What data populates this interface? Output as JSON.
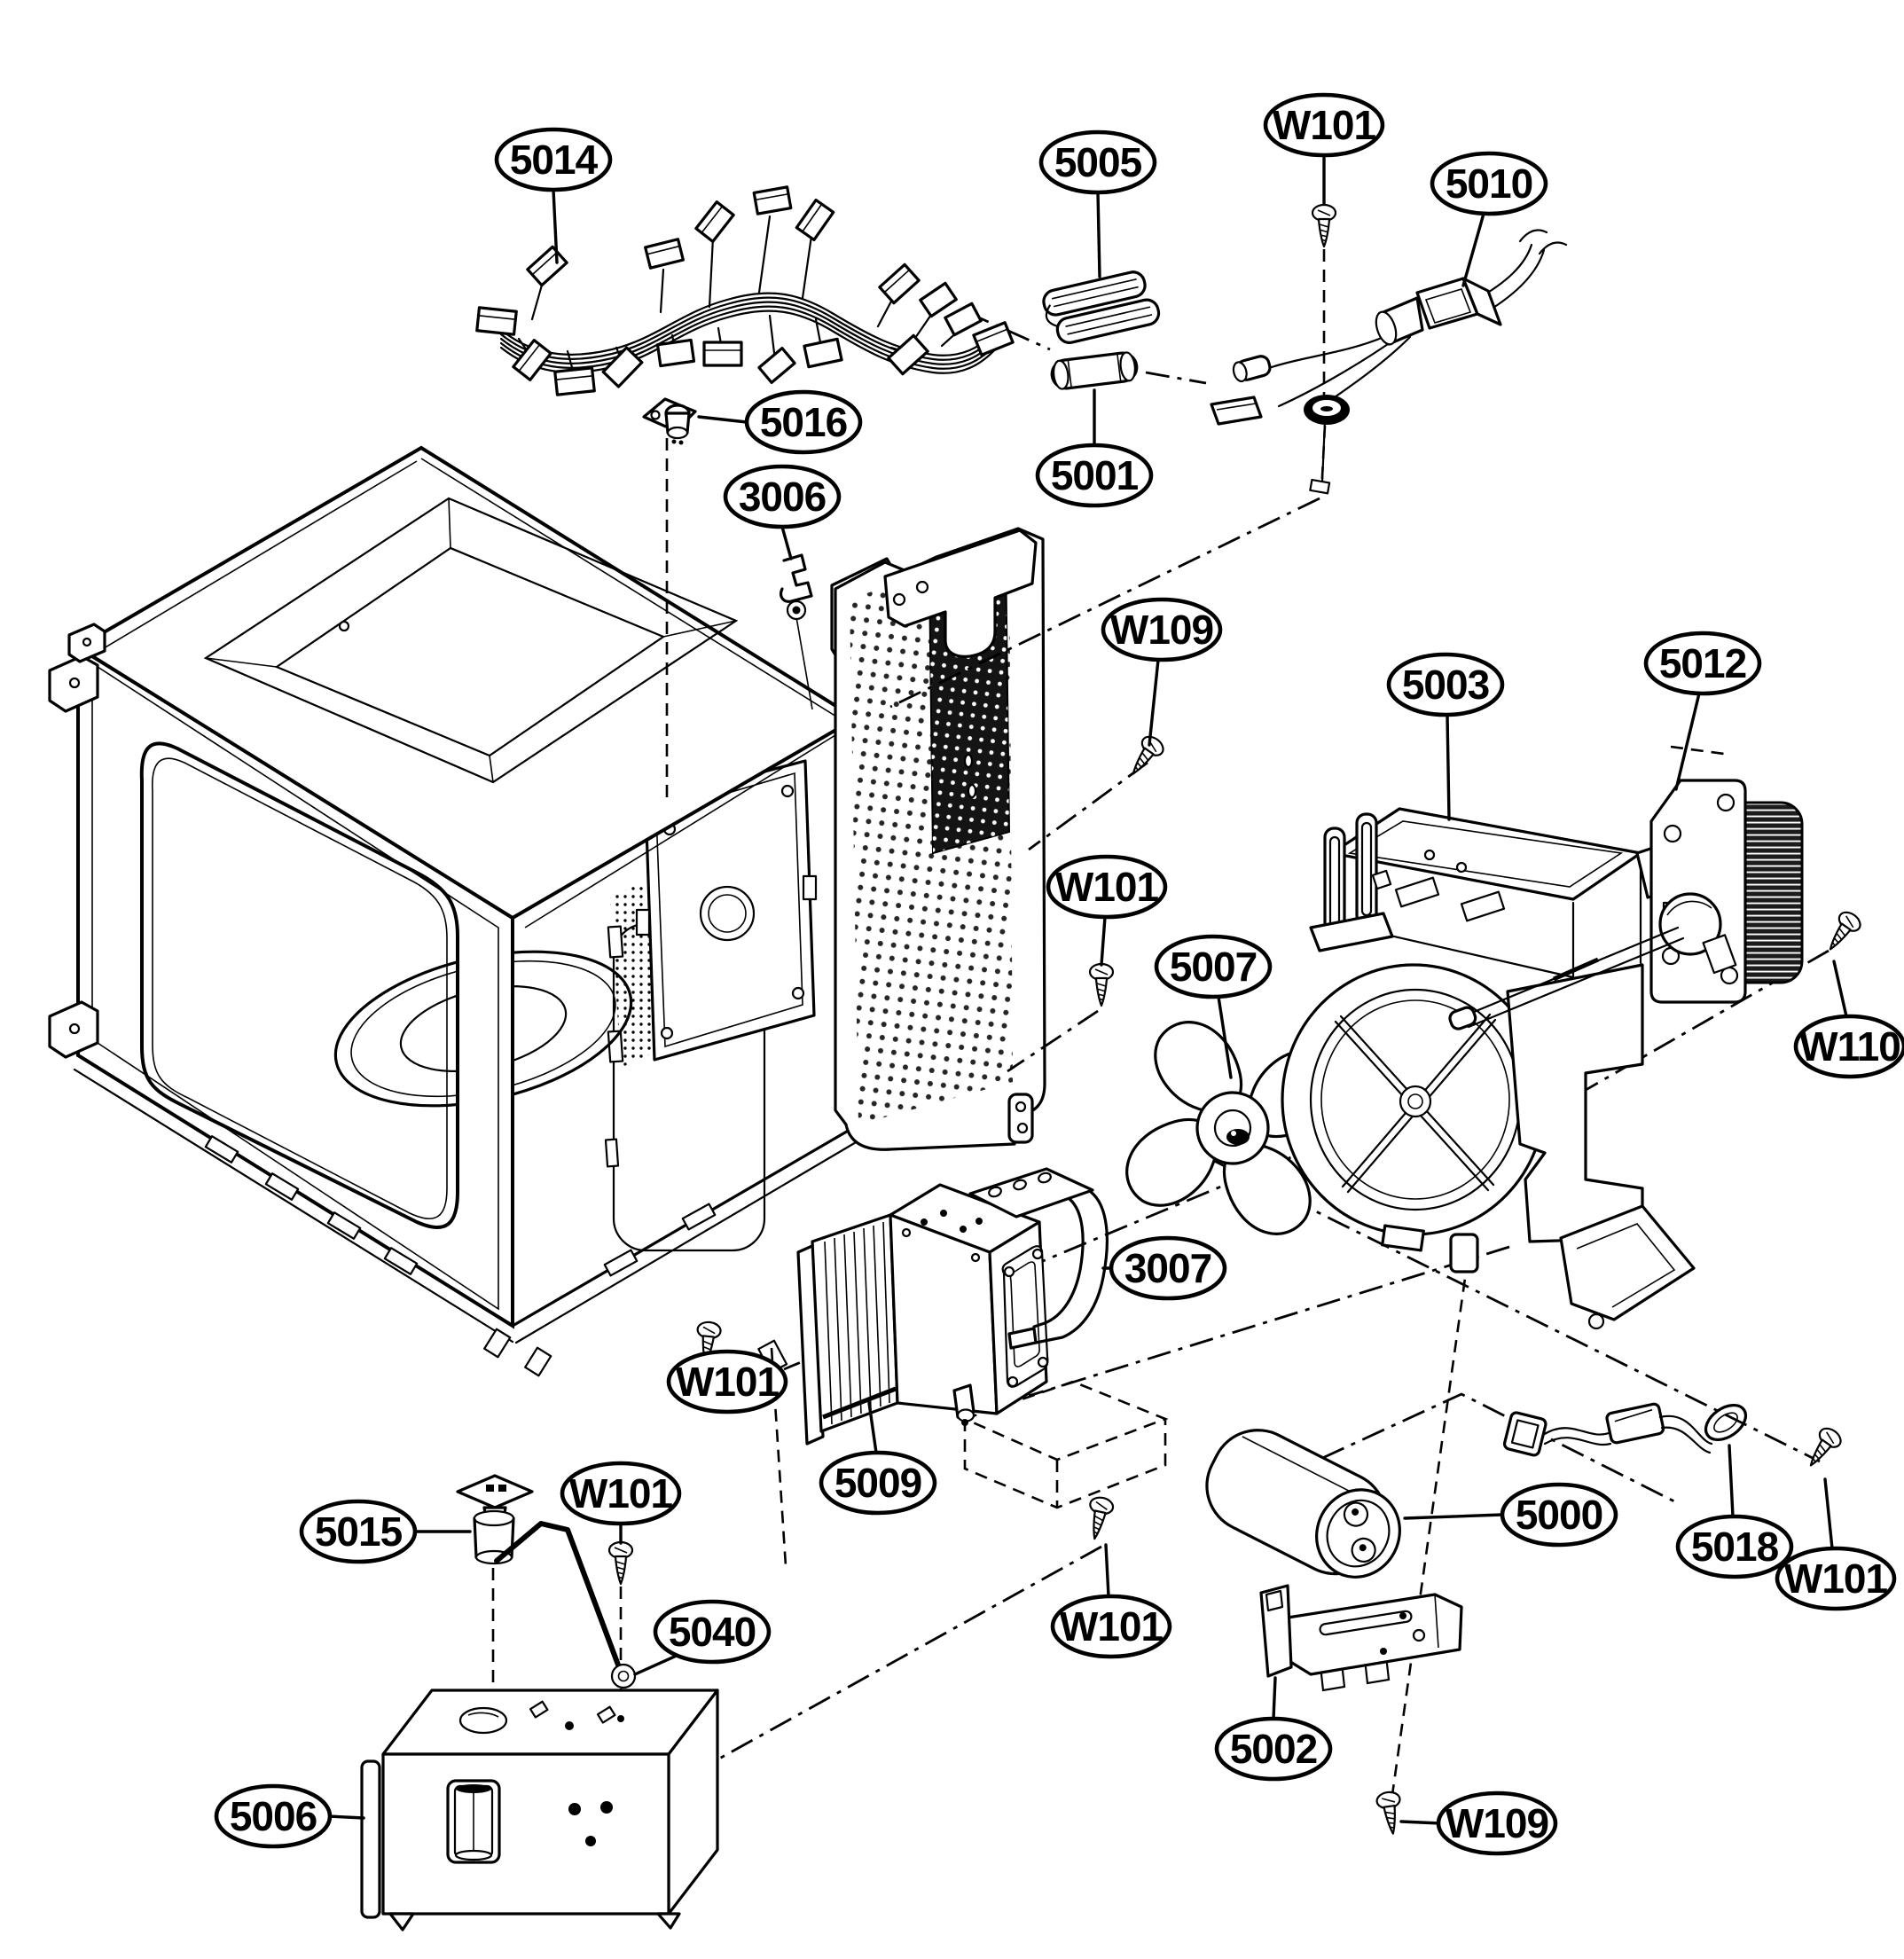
{
  "diagram": {
    "kind": "exploded-parts-diagram",
    "subject": "microwave-oven-interior",
    "colors": {
      "ink": "#000000",
      "paper": "#ffffff"
    },
    "callouts": [
      {
        "text": "5014"
      },
      {
        "text": "5005"
      },
      {
        "text": "W101"
      },
      {
        "text": "5010"
      },
      {
        "text": "5016"
      },
      {
        "text": "3006"
      },
      {
        "text": "5001"
      },
      {
        "text": "W109"
      },
      {
        "text": "5003"
      },
      {
        "text": "5012"
      },
      {
        "text": "W101"
      },
      {
        "text": "5007"
      },
      {
        "text": "W110"
      },
      {
        "text": "3007"
      },
      {
        "text": "W101"
      },
      {
        "text": "5009"
      },
      {
        "text": "W101"
      },
      {
        "text": "5015"
      },
      {
        "text": "5040"
      },
      {
        "text": "5000"
      },
      {
        "text": "5018"
      },
      {
        "text": "W101"
      },
      {
        "text": "W101"
      },
      {
        "text": "5006"
      },
      {
        "text": "5002"
      },
      {
        "text": "W109"
      }
    ],
    "parts": [
      "wire-harness",
      "fuse-holder",
      "fuse",
      "power-cord",
      "thermostat",
      "lamp-clip",
      "oven-cavity",
      "back-panel",
      "fan-housing",
      "fan-motor",
      "fan-blade",
      "magnetron",
      "magnetron-bracket",
      "hv-capacitor",
      "hv-diode-lead",
      "capacitor-bracket",
      "hv-transformer",
      "stirrer-antenna",
      "ground-wire-hook",
      "mounting-screws"
    ]
  }
}
